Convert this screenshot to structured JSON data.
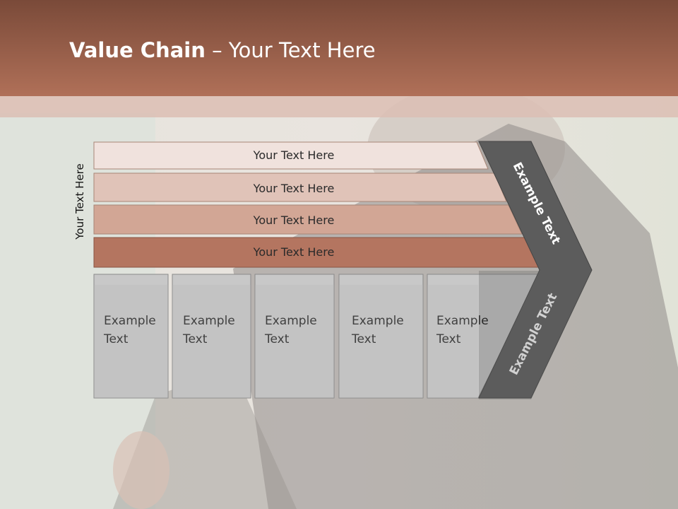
{
  "slide": {
    "title_bold": "Value Chain",
    "title_rest": " – Your Text Here",
    "side_label": "Your Text Here"
  },
  "bars": [
    {
      "label": "Your Text Here",
      "color": "#f0e2dd"
    },
    {
      "label": "Your Text Here",
      "color": "#e0c3b8"
    },
    {
      "label": "Your Text Here",
      "color": "#d2a695"
    },
    {
      "label": "Your Text Here",
      "color": "#b47560"
    }
  ],
  "boxes": [
    {
      "line1": "Example",
      "line2": "Text"
    },
    {
      "line1": "Example",
      "line2": "Text"
    },
    {
      "line1": "Example",
      "line2": "Text"
    },
    {
      "line1": "Example",
      "line2": "Text"
    },
    {
      "line1": "Example",
      "line2": "Text"
    }
  ],
  "chevron": {
    "upper_label": "Example Text",
    "lower_label": "Example Text",
    "color": "#5c5c5c"
  },
  "colors": {
    "header": "#a0624d",
    "box_fill": "#c8c8c8",
    "box_border": "#8a8a8a"
  }
}
